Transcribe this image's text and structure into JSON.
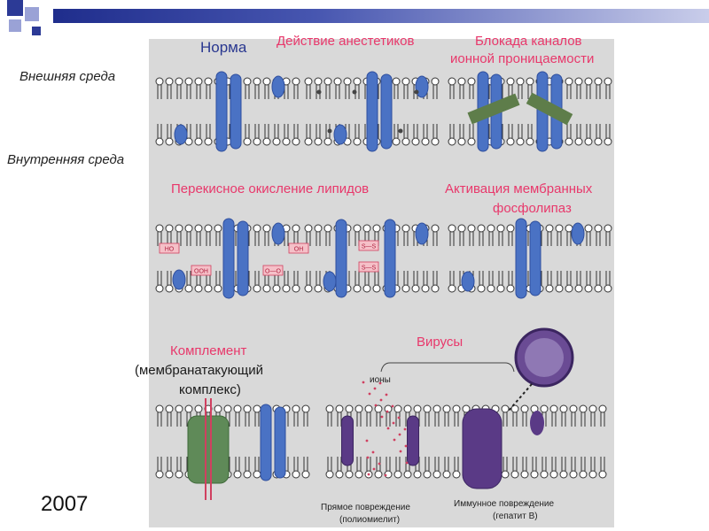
{
  "labels": {
    "outer_env": "Внешняя среда",
    "inner_env": "Внутренняя среда",
    "norm": "Норма",
    "anesthetics": "Действие анестетиков",
    "channel_block_1": "Блокада каналов",
    "channel_block_2": "ионной проницаемости",
    "lipid_peroxidation": "Перекисное окисление липидов",
    "phospholipase_1": "Активация мембранных",
    "phospholipase_2": "фосфолипаз",
    "complement_1": "Комплемент",
    "complement_2": "(мембранатакующий",
    "complement_3": "комплекс)",
    "viruses": "Вирусы",
    "ions": "ионы",
    "direct_damage_1": "Прямое повреждение",
    "direct_damage_2": "(полиомиелит)",
    "immune_damage_1": "Иммунное повреждение",
    "immune_damage_2": "(гепатит В)",
    "year": "2007"
  },
  "tags": {
    "ho": "HO",
    "ooh": "OOH",
    "oh": "OH",
    "o_o": "O—O",
    "ss": "S—S"
  },
  "colors": {
    "accent_pink": "#e8386b",
    "protein_blue": "#4a72c4",
    "virus_purple": "#5a3a86",
    "complement_green": "#5f8a58",
    "background_gray": "#d9d9d9"
  }
}
